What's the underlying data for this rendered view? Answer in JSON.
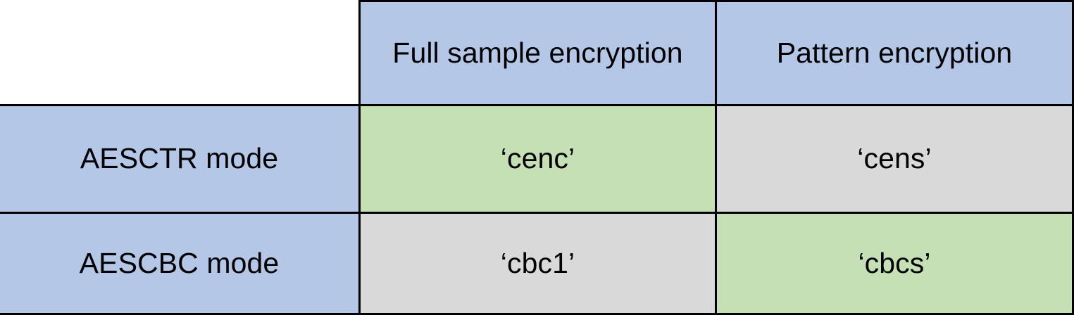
{
  "table": {
    "corner_label": "",
    "column_headers": [
      {
        "label": "Full sample encryption"
      },
      {
        "label": "Pattern encryption"
      }
    ],
    "rows": [
      {
        "header": "AESCTR mode",
        "cells": [
          {
            "value": "‘cenc’",
            "fill": "green"
          },
          {
            "value": "‘cens’",
            "fill": "gray"
          }
        ]
      },
      {
        "header": "AESCBC mode",
        "cells": [
          {
            "value": "‘cbc1’",
            "fill": "gray"
          },
          {
            "value": "‘cbcs’",
            "fill": "green"
          }
        ]
      }
    ]
  },
  "colors": {
    "header_blue": "#B4C7E7",
    "highlight_green": "#C5E0B4",
    "neutral_gray": "#D9D9D9",
    "border": "#000000",
    "background": "#FFFFFF",
    "text": "#000000"
  }
}
